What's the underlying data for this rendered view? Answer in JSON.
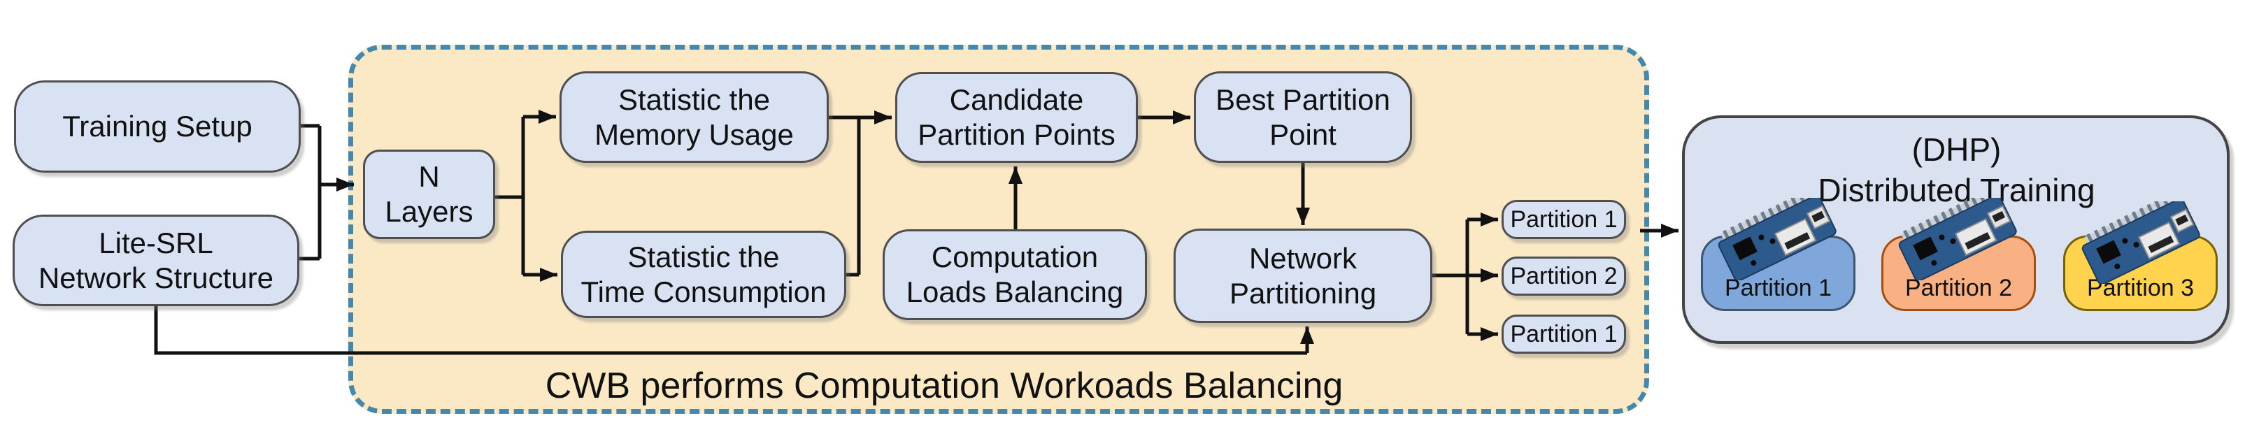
{
  "figure": {
    "caption": "CWB performs Computation Workoads Balancing"
  },
  "nodes": {
    "training_setup": {
      "label": "Training Setup"
    },
    "lite_srl": {
      "label": "Lite-SRL\nNetwork Structure"
    },
    "n_layers": {
      "label": "N\nLayers"
    },
    "stat_memory": {
      "label": "Statistic the\nMemory Usage"
    },
    "stat_time": {
      "label": "Statistic the\nTime Consumption"
    },
    "candidate_points": {
      "label": "Candidate\nPartition Points"
    },
    "best_point": {
      "label": "Best Partition\nPoint"
    },
    "loads_balancing": {
      "label": "Computation\nLoads Balancing"
    },
    "network_partitioning": {
      "label": "Network\nPartitioning"
    },
    "partition_outputs": [
      {
        "label": "Partition 1"
      },
      {
        "label": "Partition 2"
      },
      {
        "label": "Partition 1"
      }
    ],
    "dhp": {
      "title_line1": "(DHP)",
      "title_line2": "Distributed Training",
      "partitions": [
        {
          "label": "Partition 1",
          "fill": "#7FA7DB"
        },
        {
          "label": "Partition 2",
          "fill": "#F9B183"
        },
        {
          "label": "Partition 3",
          "fill": "#FFD34D"
        }
      ]
    }
  },
  "colors": {
    "node_fill": "#D9E2F3",
    "node_border": "#4F4F4F",
    "cwb_fill": "#FBE9C6",
    "cwb_border": "#4489AC",
    "dhp_fill": "#DAE2F1",
    "dhp_border": "#444444",
    "partition1_fill": "#7FA7DB",
    "partition1_border": "#3D5570",
    "partition2_fill": "#F9B183",
    "partition2_border": "#A34F10",
    "partition3_fill": "#FFD34D",
    "partition3_border": "#756200",
    "connector": "#111111",
    "link_arrow_orange": "#E8762C",
    "board_pcb": "#2D5A8C",
    "text": "#111111"
  }
}
